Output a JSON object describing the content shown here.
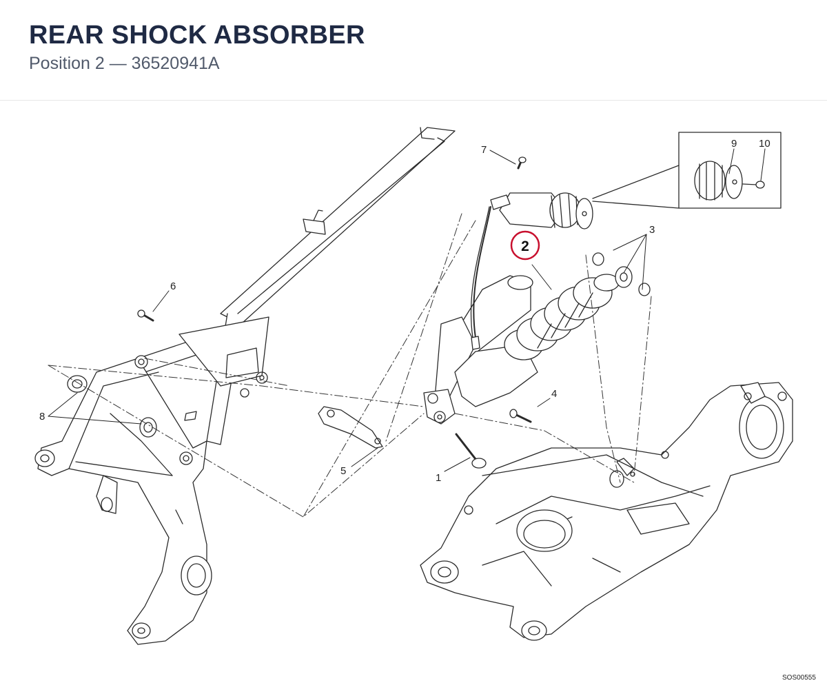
{
  "header": {
    "title": "REAR SHOCK ABSORBER",
    "subtitle": "Position 2 — 36520941A"
  },
  "diagram": {
    "callouts": {
      "c1": "1",
      "c2": "2",
      "c3": "3",
      "c4": "4",
      "c5": "5",
      "c6": "6",
      "c7": "7",
      "c8": "8",
      "c9": "9",
      "c10": "10"
    },
    "highlight_color": "#c8102e",
    "reference_code": "SOS00555"
  }
}
